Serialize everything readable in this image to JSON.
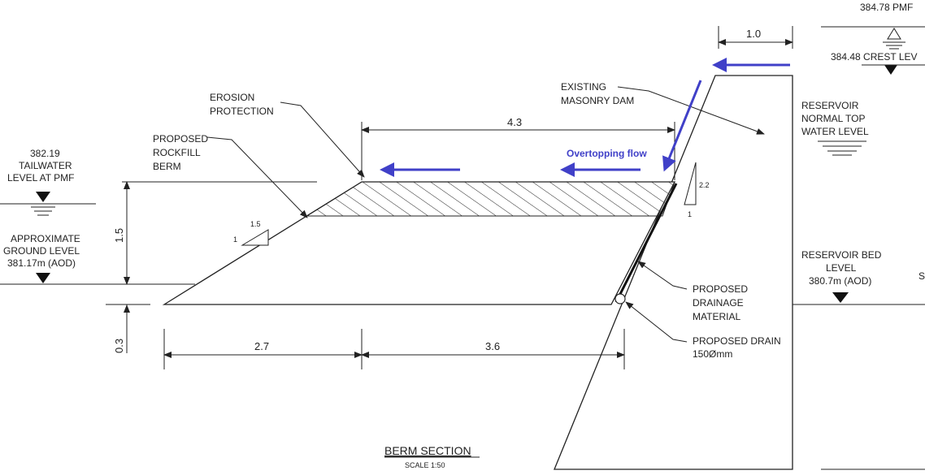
{
  "title": "BERM SECTION",
  "scale": "SCALE 1:50",
  "levels": {
    "pmf": "384.78 PMF",
    "crest": "384.48 CREST LEV",
    "tailwater": [
      "382.19",
      "TAILWATER",
      "LEVEL AT PMF"
    ],
    "ground": [
      "APPROXIMATE",
      "GROUND LEVEL",
      "381.17m (AOD)"
    ],
    "reservoir_top": [
      "RESERVOIR",
      "NORMAL TOP",
      "WATER LEVEL"
    ],
    "reservoir_bed": [
      "RESERVOIR BED",
      "LEVEL",
      "380.7m (AOD)"
    ],
    "edge_fragment": "S"
  },
  "labels": {
    "erosion": [
      "EROSION",
      "PROTECTION"
    ],
    "berm": [
      "PROPOSED",
      "ROCKFILL",
      "BERM"
    ],
    "dam": [
      "EXISTING",
      "MASONRY DAM"
    ],
    "drainage": [
      "PROPOSED",
      "DRAINAGE",
      "MATERIAL"
    ],
    "drain": [
      "PROPOSED DRAIN",
      "150Ømm"
    ],
    "overtopping": "Overtopping flow"
  },
  "dimensions": {
    "crest_width": "1.0",
    "berm_top": "4.3",
    "berm_height": "1.5",
    "drain_depth": "0.3",
    "left_toe": "2.7",
    "right_base": "3.6"
  },
  "slopes": {
    "berm": {
      "rise": "1",
      "run": "1.5"
    },
    "dam": {
      "rise": "2.2",
      "run": "1"
    }
  },
  "colors": {
    "line": "#222222",
    "flow_arrow": "#4040c8"
  }
}
